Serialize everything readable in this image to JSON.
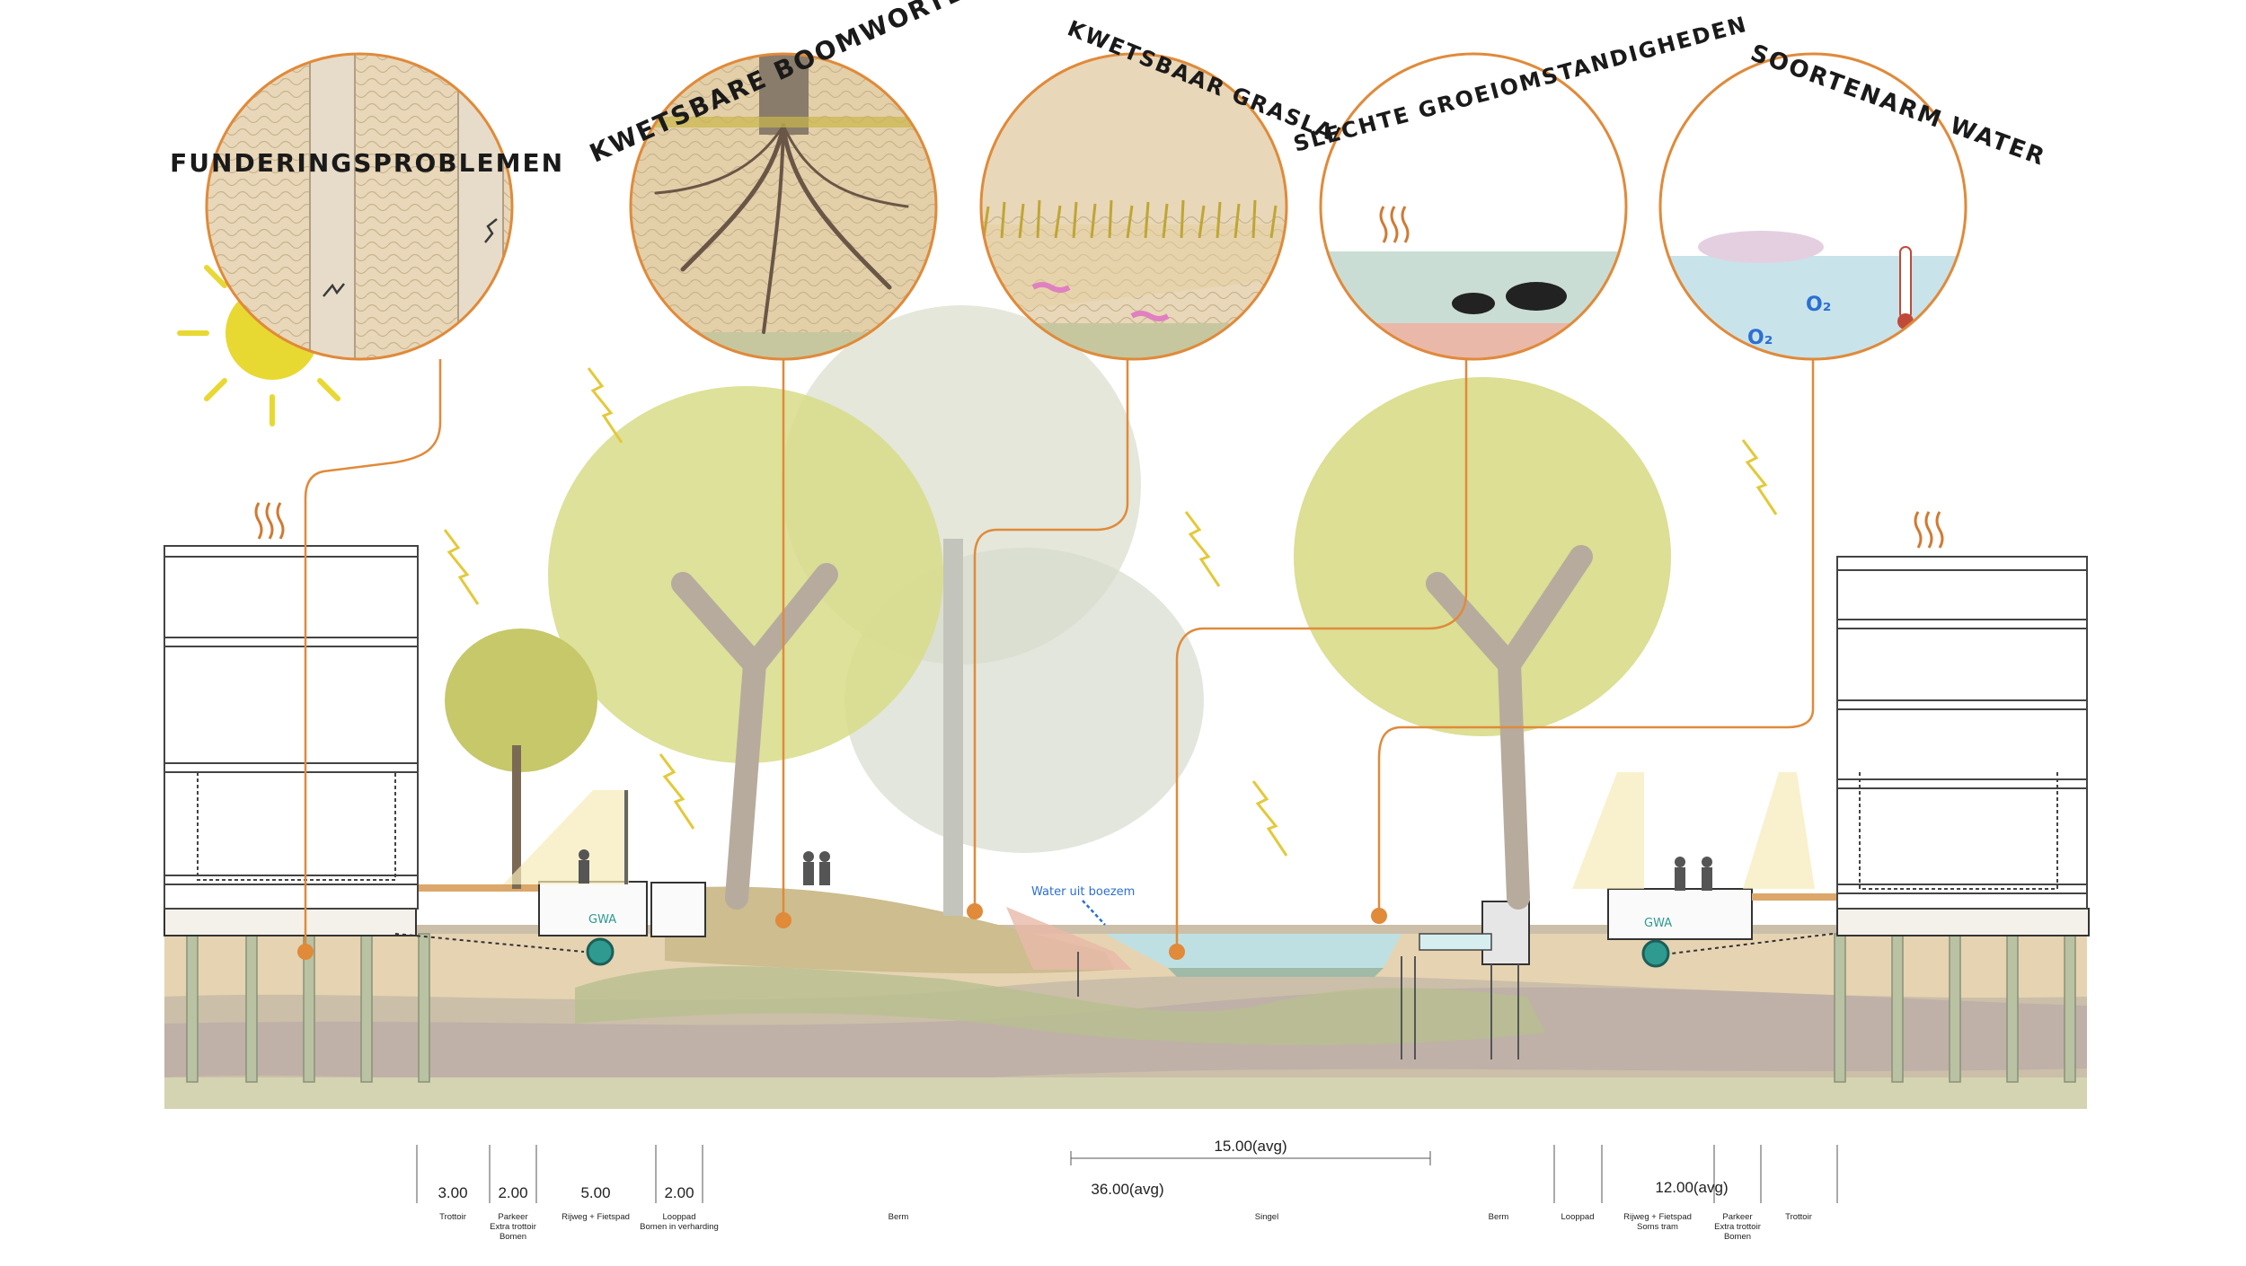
{
  "panels": [
    {
      "title": "FUNDERINGSPROBLEMEN"
    },
    {
      "title": "KWETSBARE BOOMWORTELS"
    },
    {
      "title": "KWETSBAAR GRASLAND"
    },
    {
      "title": "SLECHTE GROEIOMSTANDIGHEDEN"
    },
    {
      "title": "SOORTENARM WATER"
    }
  ],
  "labels": {
    "gwa_left": "GWA",
    "gwa_right": "GWA",
    "water_inflow": "Water uit boezem",
    "o2_a": "O₂",
    "o2_b": "O₂"
  },
  "dimensions": {
    "seg_trottoir": "3.00",
    "seg_parkeer": "2.00",
    "seg_rijweg": "5.00",
    "seg_looppad": "2.00",
    "main_total": "36.00(avg)",
    "water_width": "15.00(avg)",
    "right_total": "12.00(avg)"
  },
  "zones": {
    "trottoir_left": "Trottoir",
    "parkeer_left_1": "Parkeer",
    "parkeer_left_2": "Extra trottoir",
    "parkeer_left_3": "Bomen",
    "rijweg_left": "Rijweg + Fietspad",
    "looppad_left_1": "Looppad",
    "looppad_left_2": "Bomen in verharding",
    "berm_left": "Berm",
    "singel": "Singel",
    "berm_right": "Berm",
    "looppad_right": "Looppad",
    "rijweg_right_1": "Rijweg + Fietspad",
    "rijweg_right_2": "Soms tram",
    "parkeer_right_1": "Parkeer",
    "parkeer_right_2": "Extra trottoir",
    "parkeer_right_3": "Bomen",
    "trottoir_right": "Trottoir"
  },
  "colors": {
    "callout_line": "#e08a3a",
    "sun": "#e8d832",
    "canopy": "#d8dc88",
    "soil_sand": "#efd9b0",
    "soil_clay": "#cfc1b5",
    "water": "#bfe0e3",
    "gwa": "#2f9a8f"
  }
}
